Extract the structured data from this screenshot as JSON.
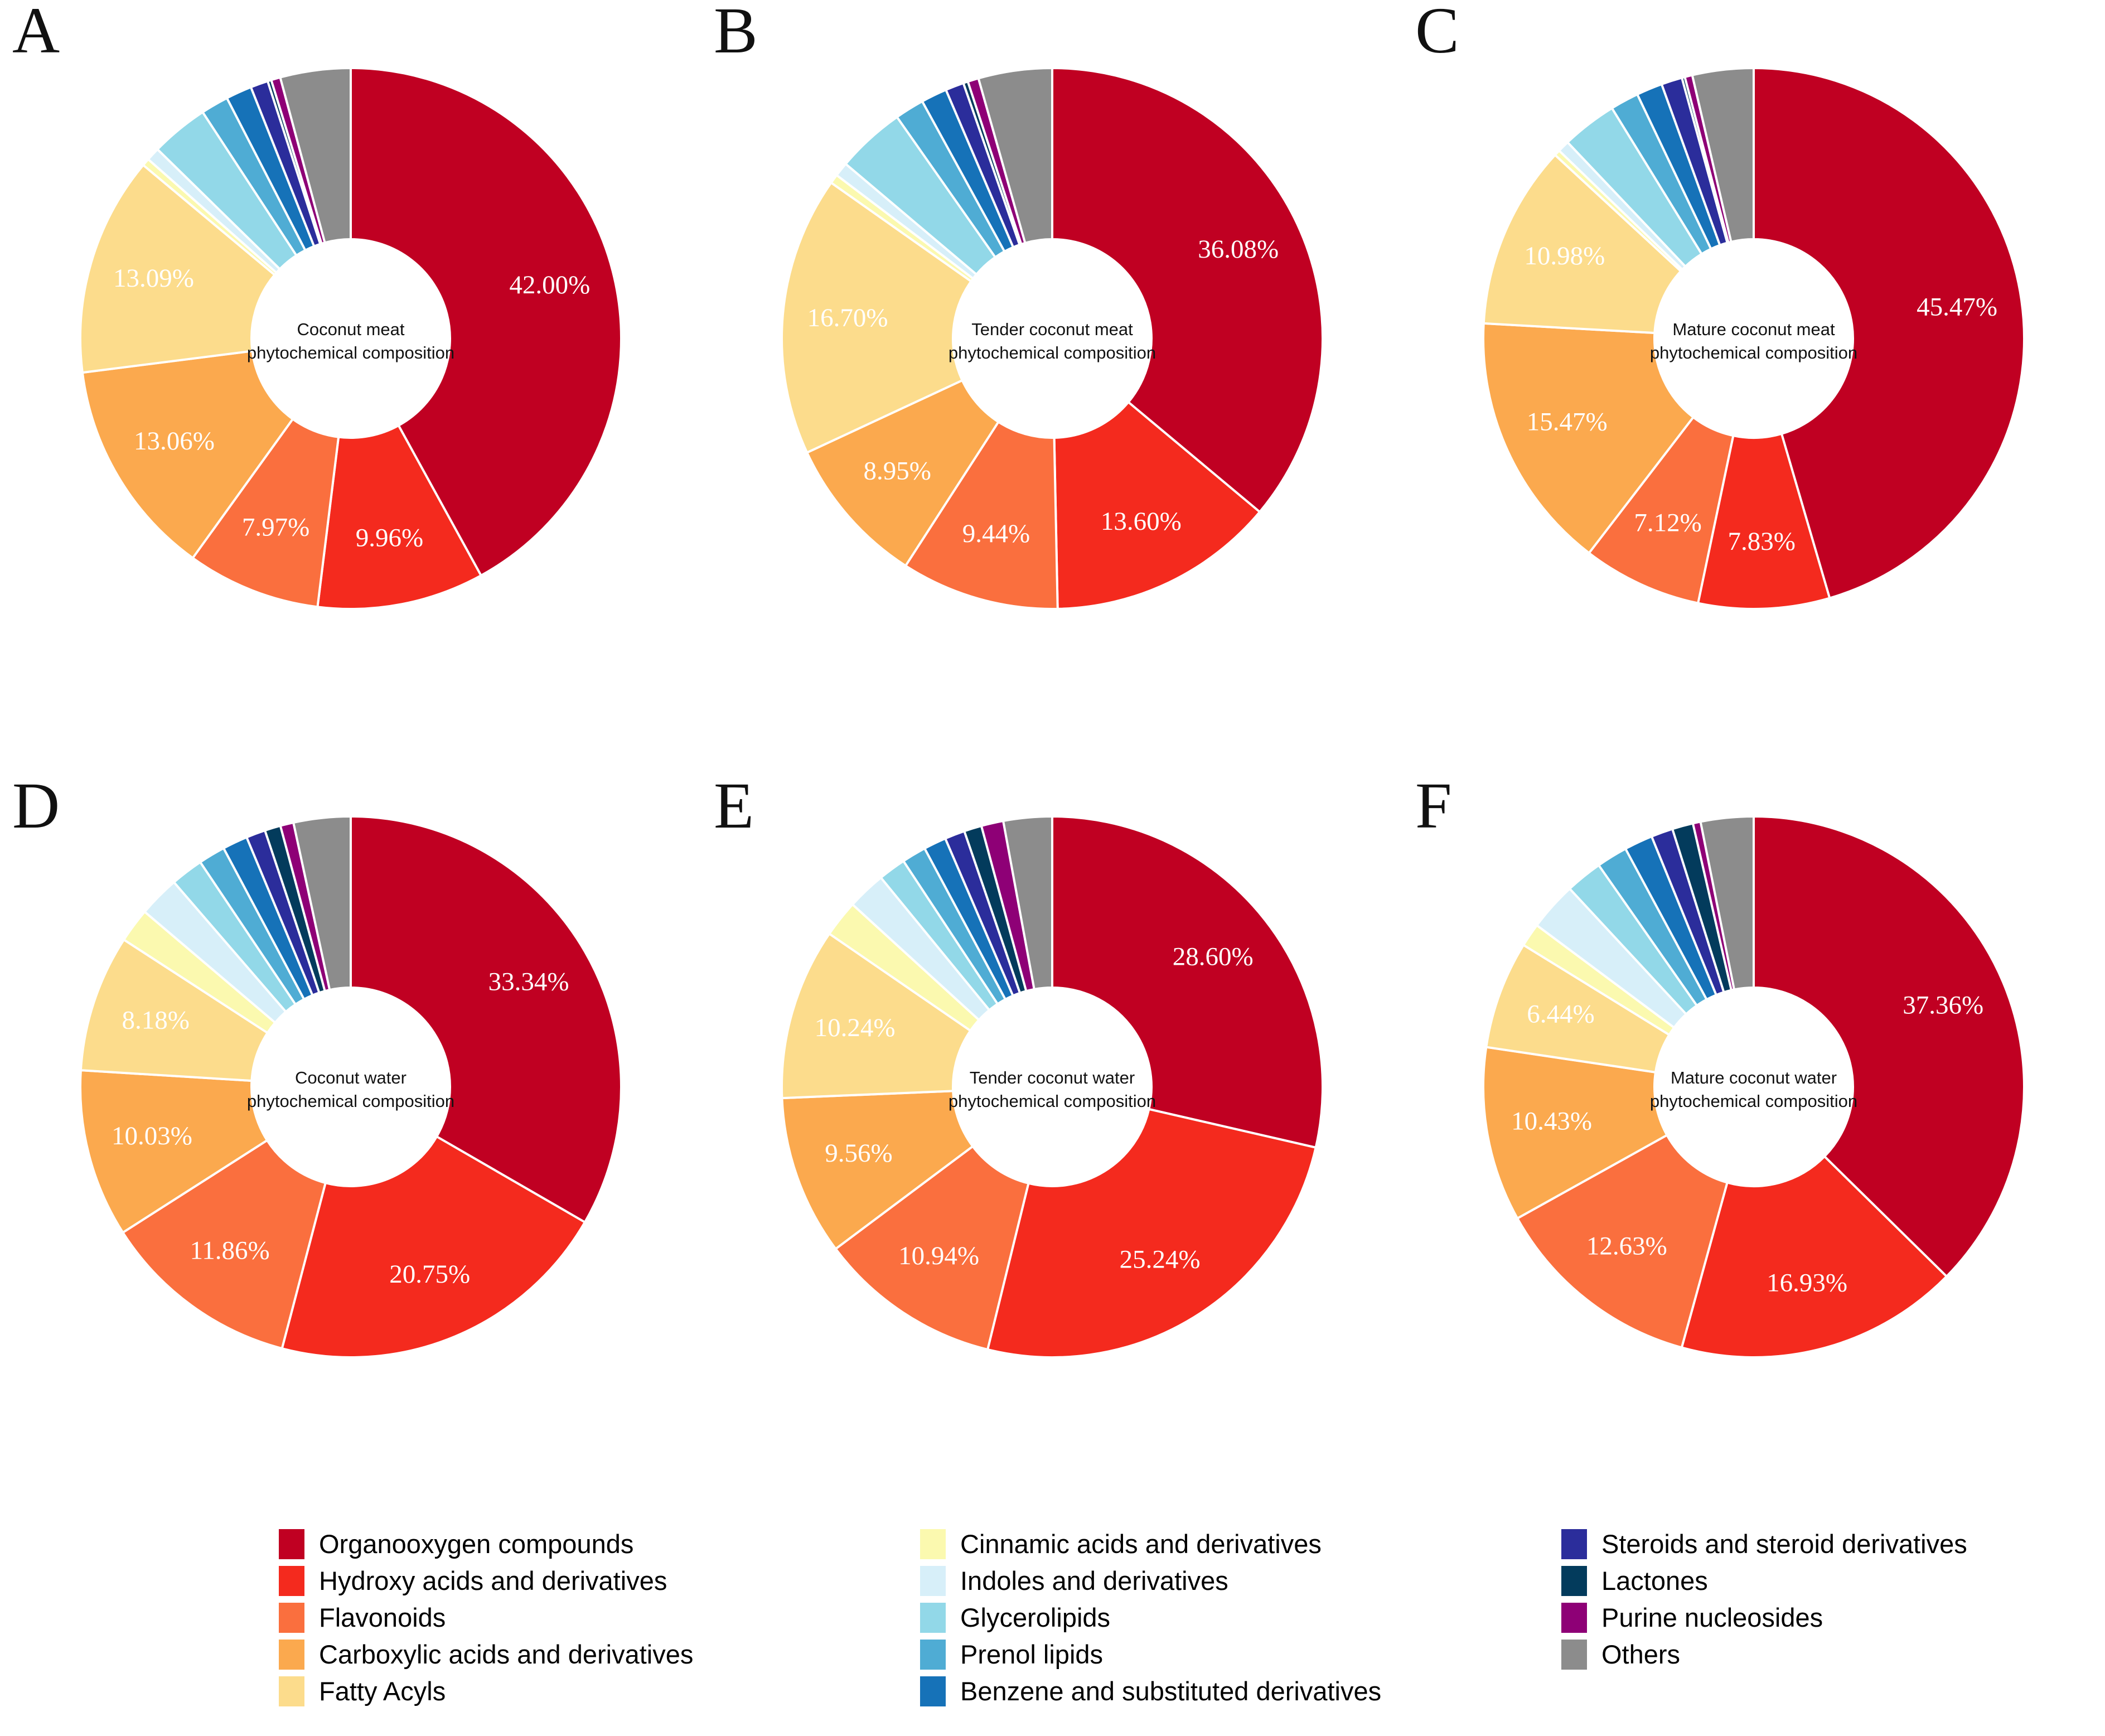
{
  "figure": {
    "panel_letters": [
      "A",
      "B",
      "C",
      "D",
      "E",
      "F"
    ]
  },
  "legend": {
    "columns": [
      {
        "items": [
          {
            "label": "Organooxygen compounds",
            "color": "#C00022"
          },
          {
            "label": "Hydroxy acids and derivatives",
            "color": "#F42A1E"
          },
          {
            "label": "Flavonoids",
            "color": "#FA6F3E"
          },
          {
            "label": "Carboxylic acids and derivatives",
            "color": "#FBA94E"
          },
          {
            "label": "Fatty Acyls",
            "color": "#FCDC8C"
          }
        ]
      },
      {
        "items": [
          {
            "label": "Cinnamic acids and derivatives",
            "color": "#FBF9AF"
          },
          {
            "label": "Indoles and derivatives",
            "color": "#D7EFF9"
          },
          {
            "label": "Glycerolipids",
            "color": "#92D8E8"
          },
          {
            "label": "Prenol lipids",
            "color": "#4FACD4"
          },
          {
            "label": "Benzene and substituted derivatives",
            "color": "#1672B8"
          }
        ]
      },
      {
        "items": [
          {
            "label": "Steroids and steroid derivatives",
            "color": "#2B2D9B"
          },
          {
            "label": "Lactones",
            "color": "#033B5C"
          },
          {
            "label": "Purine nucleosides",
            "color": "#8E0076"
          },
          {
            "label": "Others",
            "color": "#8C8C8C"
          }
        ]
      }
    ]
  },
  "chart_data": [
    {
      "type": "pie",
      "panel": "A",
      "title": "Coconut meat\nphytochemical composition",
      "title_line1": "Coconut meat",
      "title_line2": "phytochemical composition",
      "categories": [
        "Organooxygen compounds",
        "Hydroxy acids and derivatives",
        "Flavonoids",
        "Carboxylic acids and derivatives",
        "Fatty Acyls",
        "Cinnamic acids and derivatives",
        "Indoles and derivatives",
        "Glycerolipids",
        "Prenol lipids",
        "Benzene and substituted derivatives",
        "Steroids and steroid derivatives",
        "Lactones",
        "Purine nucleosides",
        "Others"
      ],
      "values": [
        42.0,
        9.96,
        7.97,
        13.06,
        13.09,
        0.45,
        0.8,
        3.45,
        1.65,
        1.55,
        1.05,
        0.22,
        0.55,
        4.2
      ],
      "shown_labels": [
        "42.00%",
        "9.96%",
        "7.97%",
        "13.06%",
        "13.09%",
        "",
        "",
        "",
        "",
        "",
        "",
        "",
        "",
        ""
      ],
      "colors": [
        "#C00022",
        "#F42A1E",
        "#FA6F3E",
        "#FBA94E",
        "#FCDC8C",
        "#FBF9AF",
        "#D7EFF9",
        "#92D8E8",
        "#4FACD4",
        "#1672B8",
        "#2B2D9B",
        "#033B5C",
        "#8E0076",
        "#8C8C8C"
      ],
      "units": "percent",
      "total": 100
    },
    {
      "type": "pie",
      "panel": "B",
      "title": "Tender coconut meat\nphytochemical composition",
      "title_line1": "Tender coconut meat",
      "title_line2": "phytochemical composition",
      "categories": [
        "Organooxygen compounds",
        "Hydroxy acids and derivatives",
        "Flavonoids",
        "Carboxylic acids and derivatives",
        "Fatty Acyls",
        "Cinnamic acids and derivatives",
        "Indoles and derivatives",
        "Glycerolipids",
        "Prenol lipids",
        "Benzene and substituted derivatives",
        "Steroids and steroid derivatives",
        "Lactones",
        "Purine nucleosides",
        "Others"
      ],
      "values": [
        36.08,
        13.6,
        9.44,
        8.95,
        16.7,
        0.55,
        0.85,
        4.1,
        1.75,
        1.55,
        1.1,
        0.28,
        0.65,
        4.4
      ],
      "shown_labels": [
        "36.08%",
        "13.60%",
        "9.44%",
        "8.95%",
        "16.70%",
        "",
        "",
        "",
        "",
        "",
        "",
        "",
        "",
        ""
      ],
      "colors": [
        "#C00022",
        "#F42A1E",
        "#FA6F3E",
        "#FBA94E",
        "#FCDC8C",
        "#FBF9AF",
        "#D7EFF9",
        "#92D8E8",
        "#4FACD4",
        "#1672B8",
        "#2B2D9B",
        "#033B5C",
        "#8E0076",
        "#8C8C8C"
      ],
      "units": "percent",
      "total": 100
    },
    {
      "type": "pie",
      "panel": "C",
      "title": "Mature coconut meat\nphytochemical composition",
      "title_line1": "Mature coconut meat",
      "title_line2": "phytochemical composition",
      "categories": [
        "Organooxygen compounds",
        "Hydroxy acids and derivatives",
        "Flavonoids",
        "Carboxylic acids and derivatives",
        "Fatty Acyls",
        "Cinnamic acids and derivatives",
        "Indoles and derivatives",
        "Glycerolipids",
        "Prenol lipids",
        "Benzene and substituted derivatives",
        "Steroids and steroid derivatives",
        "Lactones",
        "Purine nucleosides",
        "Others"
      ],
      "values": [
        45.47,
        7.83,
        7.12,
        15.47,
        10.98,
        0.35,
        0.7,
        3.3,
        1.7,
        1.55,
        1.25,
        0.18,
        0.45,
        3.65
      ],
      "shown_labels": [
        "45.47%",
        "7.83%",
        "7.12%",
        "15.47%",
        "10.98%",
        "",
        "",
        "",
        "",
        "",
        "",
        "",
        "",
        ""
      ],
      "colors": [
        "#C00022",
        "#F42A1E",
        "#FA6F3E",
        "#FBA94E",
        "#FCDC8C",
        "#FBF9AF",
        "#D7EFF9",
        "#92D8E8",
        "#4FACD4",
        "#1672B8",
        "#2B2D9B",
        "#033B5C",
        "#8E0076",
        "#8C8C8C"
      ],
      "units": "percent",
      "total": 100
    },
    {
      "type": "pie",
      "panel": "D",
      "title": "Coconut water\nphytochemical composition",
      "title_line1": "Coconut water",
      "title_line2": "phytochemical composition",
      "categories": [
        "Organooxygen compounds",
        "Hydroxy acids and derivatives",
        "Flavonoids",
        "Carboxylic acids and derivatives",
        "Fatty Acyls",
        "Cinnamic acids and derivatives",
        "Indoles and derivatives",
        "Glycerolipids",
        "Prenol lipids",
        "Benzene and substituted derivatives",
        "Steroids and steroid derivatives",
        "Lactones",
        "Purine nucleosides",
        "Others"
      ],
      "values": [
        33.34,
        20.75,
        11.86,
        10.03,
        8.18,
        2.05,
        2.45,
        1.95,
        1.6,
        1.5,
        1.15,
        0.95,
        0.79,
        3.4
      ],
      "shown_labels": [
        "33.34%",
        "20.75%",
        "11.86%",
        "10.03%",
        "8.18%",
        "",
        "",
        "",
        "",
        "",
        "",
        "",
        "",
        ""
      ],
      "colors": [
        "#C00022",
        "#F42A1E",
        "#FA6F3E",
        "#FBA94E",
        "#FCDC8C",
        "#FBF9AF",
        "#D7EFF9",
        "#92D8E8",
        "#4FACD4",
        "#1672B8",
        "#2B2D9B",
        "#033B5C",
        "#8E0076",
        "#8C8C8C"
      ],
      "units": "percent",
      "total": 100
    },
    {
      "type": "pie",
      "panel": "E",
      "title": "Tender coconut water\nphytochemical composition",
      "title_line1": "Tender coconut water",
      "title_line2": "phytochemical composition",
      "categories": [
        "Organooxygen compounds",
        "Hydroxy acids and derivatives",
        "Flavonoids",
        "Carboxylic acids and derivatives",
        "Fatty Acyls",
        "Cinnamic acids and derivatives",
        "Indoles and derivatives",
        "Glycerolipids",
        "Prenol lipids",
        "Benzene and substituted derivatives",
        "Steroids and steroid derivatives",
        "Lactones",
        "Purine nucleosides",
        "Others"
      ],
      "values": [
        28.6,
        25.24,
        10.94,
        9.56,
        10.24,
        2.2,
        2.3,
        1.65,
        1.45,
        1.35,
        1.2,
        1.05,
        1.32,
        2.9
      ],
      "shown_labels": [
        "28.60%",
        "25.24%",
        "10.94%",
        "9.56%",
        "10.24%",
        "",
        "",
        "",
        "",
        "",
        "",
        "",
        "",
        ""
      ],
      "colors": [
        "#C00022",
        "#F42A1E",
        "#FA6F3E",
        "#FBA94E",
        "#FCDC8C",
        "#FBF9AF",
        "#D7EFF9",
        "#92D8E8",
        "#4FACD4",
        "#1672B8",
        "#2B2D9B",
        "#033B5C",
        "#8E0076",
        "#8C8C8C"
      ],
      "units": "percent",
      "total": 100
    },
    {
      "type": "pie",
      "panel": "F",
      "title": "Mature coconut water\nphytochemical composition",
      "title_line1": "Mature coconut water",
      "title_line2": "phytochemical composition",
      "categories": [
        "Organooxygen compounds",
        "Hydroxy acids and derivatives",
        "Flavonoids",
        "Carboxylic acids and derivatives",
        "Fatty Acyls",
        "Cinnamic acids and derivatives",
        "Indoles and derivatives",
        "Glycerolipids",
        "Prenol lipids",
        "Benzene and substituted derivatives",
        "Steroids and steroid derivatives",
        "Lactones",
        "Purine nucleosides",
        "Others"
      ],
      "values": [
        37.36,
        16.93,
        12.63,
        10.43,
        6.44,
        1.4,
        2.9,
        2.2,
        1.85,
        1.7,
        1.3,
        1.25,
        0.46,
        3.15
      ],
      "shown_labels": [
        "37.36%",
        "16.93%",
        "12.63%",
        "10.43%",
        "6.44%",
        "",
        "",
        "",
        "",
        "",
        "",
        "",
        "",
        ""
      ],
      "colors": [
        "#C00022",
        "#F42A1E",
        "#FA6F3E",
        "#FBA94E",
        "#FCDC8C",
        "#FBF9AF",
        "#D7EFF9",
        "#92D8E8",
        "#4FACD4",
        "#1672B8",
        "#2B2D9B",
        "#033B5C",
        "#8E0076",
        "#8C8C8C"
      ],
      "units": "percent",
      "total": 100
    }
  ]
}
